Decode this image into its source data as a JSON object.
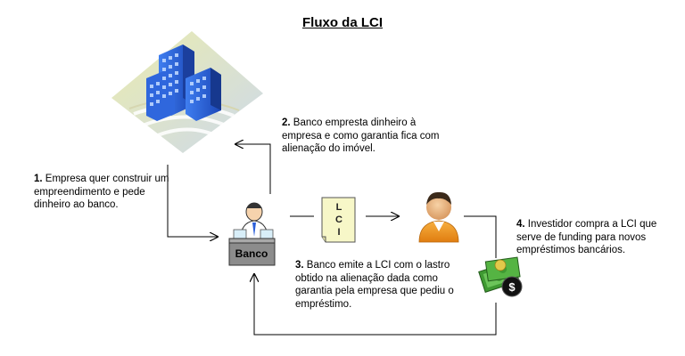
{
  "title": "Fluxo da LCI",
  "steps": [
    {
      "num": "1.",
      "text": "Empresa quer construir um empreendimento e pede dinheiro ao banco."
    },
    {
      "num": "2.",
      "text": "Banco empresta dinheiro à empresa e como garantia fica com alienação do imóvel."
    },
    {
      "num": "3.",
      "text": "Banco emite a LCI com o lastro obtido na alienação dada como garantia pela empresa que pediu o empréstimo."
    },
    {
      "num": "4.",
      "text": "Investidor compra a LCI que serve de funding para novos empréstimos bancários."
    }
  ],
  "nodes": {
    "company": {
      "icon": "office-building-icon"
    },
    "bank": {
      "label": "Banco",
      "icon": "banker-at-desk-icon"
    },
    "lci": {
      "letters": [
        "L",
        "C",
        "I"
      ],
      "icon": "document-icon"
    },
    "investor": {
      "icon": "person-icon"
    },
    "money": {
      "icon": "money-bills-dollar-coin-icon"
    }
  },
  "colors": {
    "building": "#2b5fd9",
    "building_dark": "#1c3f99",
    "lci_doc": "#f7f7c8",
    "investor_shirt": "#f39a1e",
    "money_green": "#4cae3c",
    "arrow": "#000000"
  }
}
